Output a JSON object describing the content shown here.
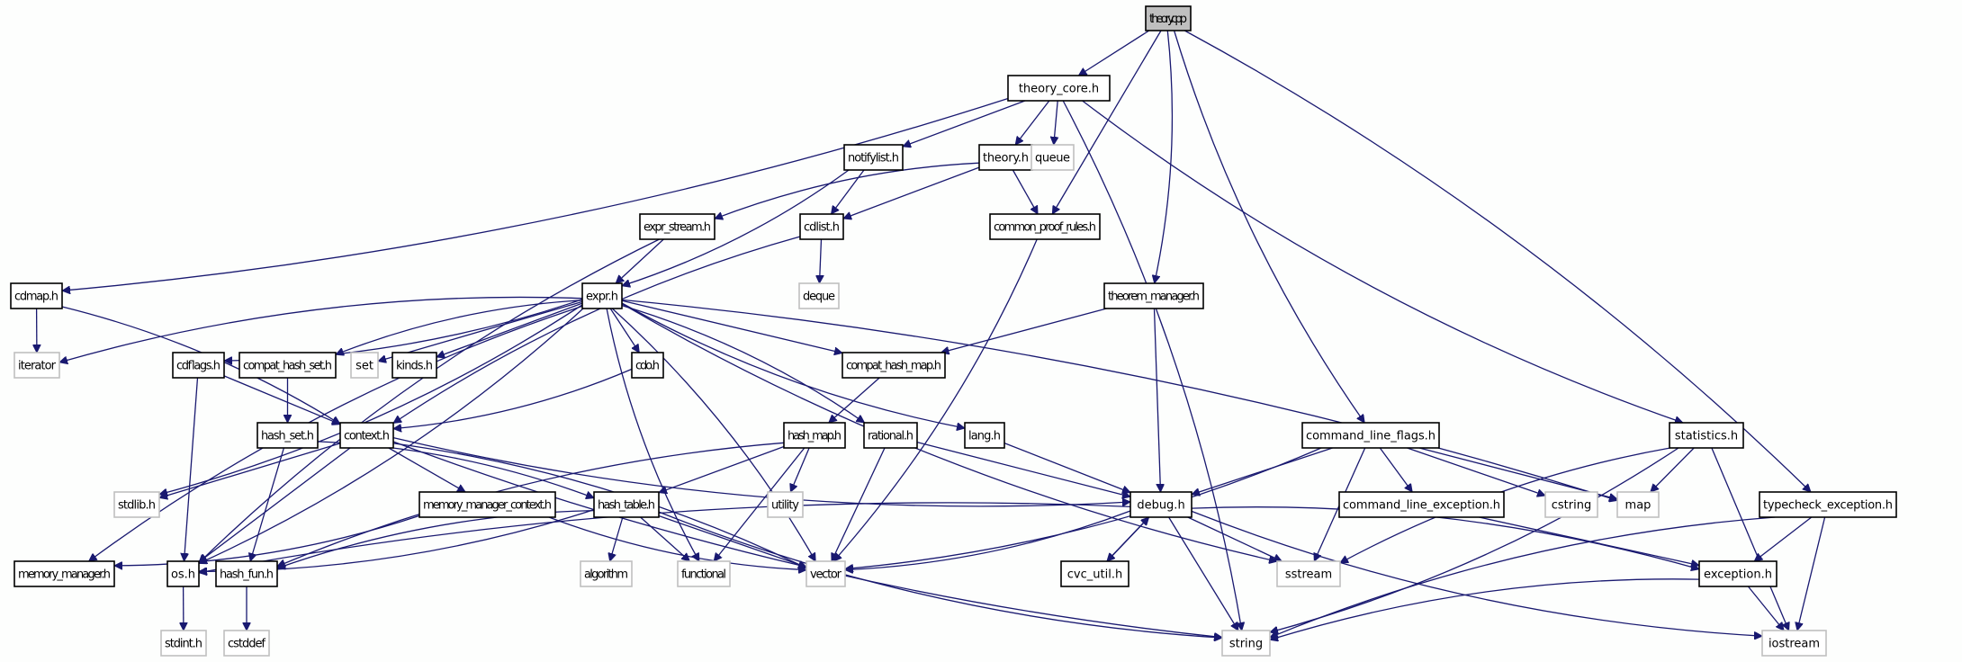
{
  "title": "theory.cpp include dependency graph",
  "colors": {
    "edge": "#191970",
    "root_fill": "#bfbfbf",
    "local_border": "#000000",
    "system_border": "#c0c0c0",
    "background": "#fdfefd"
  },
  "nodes": [
    {
      "id": "theory_cpp",
      "label": "theory.cpp",
      "kind": "root"
    },
    {
      "id": "theory_core_h",
      "label": "theory_core.h",
      "kind": "local"
    },
    {
      "id": "notifylist_h",
      "label": "notifylist.h",
      "kind": "local"
    },
    {
      "id": "theory_h",
      "label": "theory.h",
      "kind": "local"
    },
    {
      "id": "queue",
      "label": "queue",
      "kind": "system"
    },
    {
      "id": "expr_stream_h",
      "label": "expr_stream.h",
      "kind": "local"
    },
    {
      "id": "cdlist_h",
      "label": "cdlist.h",
      "kind": "local"
    },
    {
      "id": "common_proof_rules_h",
      "label": "common_proof_rules.h",
      "kind": "local"
    },
    {
      "id": "cdmap_h",
      "label": "cdmap.h",
      "kind": "local"
    },
    {
      "id": "expr_h",
      "label": "expr.h",
      "kind": "local"
    },
    {
      "id": "deque",
      "label": "deque",
      "kind": "system"
    },
    {
      "id": "theorem_manager_h",
      "label": "theorem_manager.h",
      "kind": "local"
    },
    {
      "id": "iterator",
      "label": "iterator",
      "kind": "system"
    },
    {
      "id": "cdflags_h",
      "label": "cdflags.h",
      "kind": "local"
    },
    {
      "id": "compat_hash_set_h",
      "label": "compat_hash_set.h",
      "kind": "local"
    },
    {
      "id": "set",
      "label": "set",
      "kind": "system"
    },
    {
      "id": "kinds_h",
      "label": "kinds.h",
      "kind": "local"
    },
    {
      "id": "cdo_h",
      "label": "cdo.h",
      "kind": "local"
    },
    {
      "id": "compat_hash_map_h",
      "label": "compat_hash_map.h",
      "kind": "local"
    },
    {
      "id": "hash_set_h",
      "label": "hash_set.h",
      "kind": "local"
    },
    {
      "id": "context_h",
      "label": "context.h",
      "kind": "local"
    },
    {
      "id": "hash_map_h",
      "label": "hash_map.h",
      "kind": "local"
    },
    {
      "id": "rational_h",
      "label": "rational.h",
      "kind": "local"
    },
    {
      "id": "lang_h",
      "label": "lang.h",
      "kind": "local"
    },
    {
      "id": "command_line_flags_h",
      "label": "command_line_flags.h",
      "kind": "local"
    },
    {
      "id": "statistics_h",
      "label": "statistics.h",
      "kind": "local"
    },
    {
      "id": "stdlib_h",
      "label": "stdlib.h",
      "kind": "system"
    },
    {
      "id": "memory_manager_context_h",
      "label": "memory_manager_context.h",
      "kind": "local"
    },
    {
      "id": "hash_table_h",
      "label": "hash_table.h",
      "kind": "local"
    },
    {
      "id": "utility",
      "label": "utility",
      "kind": "system"
    },
    {
      "id": "debug_h",
      "label": "debug.h",
      "kind": "local"
    },
    {
      "id": "command_line_exception_h",
      "label": "command_line_exception.h",
      "kind": "local"
    },
    {
      "id": "cstring",
      "label": "cstring",
      "kind": "system"
    },
    {
      "id": "map",
      "label": "map",
      "kind": "system"
    },
    {
      "id": "typecheck_exception_h",
      "label": "typecheck_exception.h",
      "kind": "local"
    },
    {
      "id": "memory_manager_h",
      "label": "memory_manager.h",
      "kind": "local"
    },
    {
      "id": "os_h",
      "label": "os.h",
      "kind": "local"
    },
    {
      "id": "hash_fun_h",
      "label": "hash_fun.h",
      "kind": "local"
    },
    {
      "id": "algorithm",
      "label": "algorithm",
      "kind": "system"
    },
    {
      "id": "functional",
      "label": "functional",
      "kind": "system"
    },
    {
      "id": "vector",
      "label": "vector",
      "kind": "system"
    },
    {
      "id": "cvc_util_h",
      "label": "cvc_util.h",
      "kind": "local"
    },
    {
      "id": "sstream",
      "label": "sstream",
      "kind": "system"
    },
    {
      "id": "exception_h",
      "label": "exception.h",
      "kind": "local"
    },
    {
      "id": "stdint_h",
      "label": "stdint.h",
      "kind": "system"
    },
    {
      "id": "cstddef",
      "label": "cstddef",
      "kind": "system"
    },
    {
      "id": "string",
      "label": "string",
      "kind": "system"
    },
    {
      "id": "iostream",
      "label": "iostream",
      "kind": "system"
    }
  ],
  "edges": [
    [
      "theory_cpp",
      "theory_core_h"
    ],
    [
      "theory_cpp",
      "common_proof_rules_h"
    ],
    [
      "theory_cpp",
      "theorem_manager_h"
    ],
    [
      "theory_cpp",
      "command_line_flags_h"
    ],
    [
      "theory_cpp",
      "typecheck_exception_h"
    ],
    [
      "theory_core_h",
      "notifylist_h"
    ],
    [
      "theory_core_h",
      "theory_h"
    ],
    [
      "theory_core_h",
      "queue"
    ],
    [
      "theory_core_h",
      "cdmap_h"
    ],
    [
      "theory_core_h",
      "statistics_h"
    ],
    [
      "theory_core_h",
      "string"
    ],
    [
      "notifylist_h",
      "cdlist_h"
    ],
    [
      "notifylist_h",
      "expr_h"
    ],
    [
      "theory_h",
      "expr_stream_h"
    ],
    [
      "theory_h",
      "cdlist_h"
    ],
    [
      "theory_h",
      "common_proof_rules_h"
    ],
    [
      "expr_stream_h",
      "expr_h"
    ],
    [
      "expr_stream_h",
      "os_h"
    ],
    [
      "cdlist_h",
      "deque"
    ],
    [
      "cdlist_h",
      "context_h"
    ],
    [
      "common_proof_rules_h",
      "vector"
    ],
    [
      "cdmap_h",
      "iterator"
    ],
    [
      "cdmap_h",
      "context_h"
    ],
    [
      "expr_h",
      "iterator"
    ],
    [
      "expr_h",
      "cdflags_h"
    ],
    [
      "expr_h",
      "compat_hash_set_h"
    ],
    [
      "expr_h",
      "set"
    ],
    [
      "expr_h",
      "kinds_h"
    ],
    [
      "expr_h",
      "cdo_h"
    ],
    [
      "expr_h",
      "compat_hash_map_h"
    ],
    [
      "expr_h",
      "rational_h"
    ],
    [
      "expr_h",
      "lang_h"
    ],
    [
      "expr_h",
      "map"
    ],
    [
      "expr_h",
      "sstream"
    ],
    [
      "expr_h",
      "stdlib_h"
    ],
    [
      "expr_h",
      "memory_manager_h"
    ],
    [
      "expr_h",
      "os_h"
    ],
    [
      "expr_h",
      "functional"
    ],
    [
      "expr_h",
      "vector"
    ],
    [
      "theorem_manager_h",
      "compat_hash_map_h"
    ],
    [
      "theorem_manager_h",
      "debug_h"
    ],
    [
      "cdflags_h",
      "context_h"
    ],
    [
      "cdflags_h",
      "os_h"
    ],
    [
      "compat_hash_set_h",
      "hash_set_h"
    ],
    [
      "cdo_h",
      "context_h"
    ],
    [
      "compat_hash_map_h",
      "hash_map_h"
    ],
    [
      "hash_set_h",
      "hash_table_h"
    ],
    [
      "hash_set_h",
      "hash_fun_h"
    ],
    [
      "context_h",
      "stdlib_h"
    ],
    [
      "context_h",
      "memory_manager_context_h"
    ],
    [
      "context_h",
      "os_h"
    ],
    [
      "context_h",
      "debug_h"
    ],
    [
      "context_h",
      "vector"
    ],
    [
      "context_h",
      "string"
    ],
    [
      "memory_manager_context_h",
      "memory_manager_h"
    ],
    [
      "memory_manager_context_h",
      "vector"
    ],
    [
      "hash_map_h",
      "hash_table_h"
    ],
    [
      "hash_map_h",
      "utility"
    ],
    [
      "hash_map_h",
      "functional"
    ],
    [
      "hash_map_h",
      "hash_fun_h"
    ],
    [
      "hash_table_h",
      "algorithm"
    ],
    [
      "hash_table_h",
      "functional"
    ],
    [
      "hash_table_h",
      "vector"
    ],
    [
      "hash_table_h",
      "hash_fun_h"
    ],
    [
      "hash_table_h",
      "os_h"
    ],
    [
      "hash_table_h",
      "string"
    ],
    [
      "rational_h",
      "vector"
    ],
    [
      "rational_h",
      "debug_h"
    ],
    [
      "lang_h",
      "debug_h"
    ],
    [
      "command_line_flags_h",
      "debug_h"
    ],
    [
      "command_line_flags_h",
      "command_line_exception_h"
    ],
    [
      "command_line_flags_h",
      "cstring"
    ],
    [
      "command_line_flags_h",
      "map"
    ],
    [
      "command_line_flags_h",
      "sstream"
    ],
    [
      "command_line_flags_h",
      "vector"
    ],
    [
      "command_line_exception_h",
      "exception_h"
    ],
    [
      "statistics_h",
      "map"
    ],
    [
      "statistics_h",
      "sstream"
    ],
    [
      "statistics_h",
      "string"
    ],
    [
      "statistics_h",
      "iostream"
    ],
    [
      "typecheck_exception_h",
      "exception_h"
    ],
    [
      "typecheck_exception_h",
      "string"
    ],
    [
      "typecheck_exception_h",
      "iostream"
    ],
    [
      "debug_h",
      "cvc_util_h"
    ],
    [
      "debug_h",
      "vector"
    ],
    [
      "debug_h",
      "sstream"
    ],
    [
      "debug_h",
      "string"
    ],
    [
      "debug_h",
      "iostream"
    ],
    [
      "debug_h",
      "exception_h"
    ],
    [
      "debug_h",
      "os_h"
    ],
    [
      "cvc_util_h",
      "debug_h"
    ],
    [
      "exception_h",
      "string"
    ],
    [
      "exception_h",
      "iostream"
    ],
    [
      "os_h",
      "stdint_h"
    ],
    [
      "hash_fun_h",
      "cstddef"
    ]
  ]
}
